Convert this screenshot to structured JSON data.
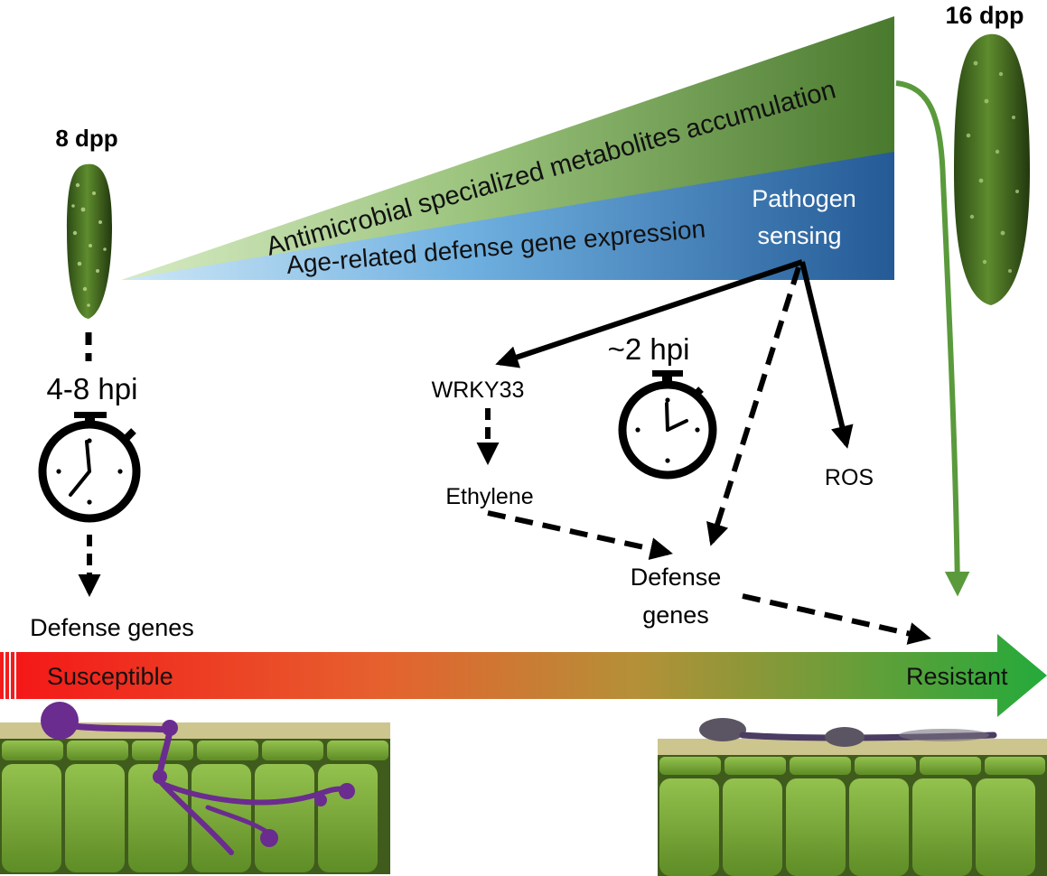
{
  "labels": {
    "age_young": "8 dpp",
    "age_old": "16 dpp",
    "metabolites": "Antimicrobial specialized metabolites accumulation",
    "defense_expression": "Age-related defense gene expression",
    "pathogen_line1": "Pathogen",
    "pathogen_line2": "sensing",
    "time_left": "4-8 hpi",
    "time_right": "~2 hpi",
    "wrky": "WRKY33",
    "ethylene": "Ethylene",
    "ros": "ROS",
    "defense_genes_left": "Defense genes",
    "defense_genes_right_line1": "Defense",
    "defense_genes_right_line2": "genes",
    "susceptible": "Susceptible",
    "resistant": "Resistant"
  },
  "colors": {
    "green_dark": "#4e7a32",
    "green_light": "#cfe6b8",
    "blue_dark": "#245a96",
    "blue_light": "#a8d2ee",
    "green_arrow": "#5a9a3c",
    "bar_red": "#f31c1c",
    "bar_green": "#2aa53a",
    "hyphae_purple": "#6a2c8f",
    "leaf_green": "#7aa83c"
  }
}
